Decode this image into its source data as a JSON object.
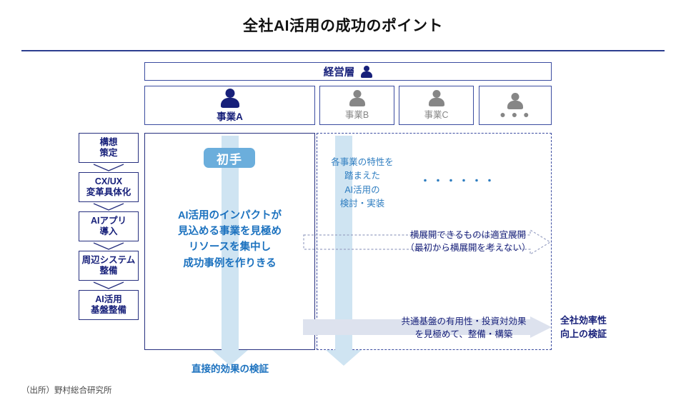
{
  "title": "全社AI活用の成功のポイント",
  "header": {
    "executive": {
      "label": "経営層",
      "icon": "person-icon"
    }
  },
  "units": [
    {
      "label": "事業A",
      "icon": "person-icon",
      "emphasis": "primary"
    },
    {
      "label": "事業B",
      "icon": "person-icon",
      "emphasis": "muted"
    },
    {
      "label": "事業C",
      "icon": "person-icon",
      "emphasis": "muted"
    },
    {
      "label": "・・・",
      "icon": "person-icon",
      "emphasis": "muted"
    }
  ],
  "phases": [
    {
      "line1": "構想",
      "line2": "策定"
    },
    {
      "line1": "CX/UX",
      "line2": "変革具体化"
    },
    {
      "line1": "AIアプリ",
      "line2": "導入"
    },
    {
      "line1": "周辺システム",
      "line2": "整備"
    },
    {
      "line1": "AI活用",
      "line2": "基盤整備"
    }
  ],
  "main_panel": {
    "badge": "初手",
    "body": "AI活用のインパクトが\n見込める事業を見極め\nリソースを集中し\n成功事例を作りきる",
    "bottom_caption": "直接的効果の検証"
  },
  "dashed_region": {
    "body": "各事業の特性を\n踏まえた\nAI活用の\n検討・実装",
    "ellipsis": "・・・・・・",
    "dashed_arrow_text": "横展開できるものは適宜展開\n（最初から横展開を考えない）",
    "gray_arrow_text": "共通基盤の有用性・投資対効果\nを見極めて、整備・構築"
  },
  "efficiency_label": "全社効率性\n向上の検証",
  "source": "（出所）野村総合研究所",
  "colors": {
    "navy": "#17207A",
    "border_navy": "#3B4CA0",
    "accent_blue": "#1C72BF",
    "badge_blue": "#6BAEDC",
    "pale_blue": "#CFE4F2",
    "gray_arrow": "#DDE2EE",
    "muted_gray": "#868686"
  }
}
